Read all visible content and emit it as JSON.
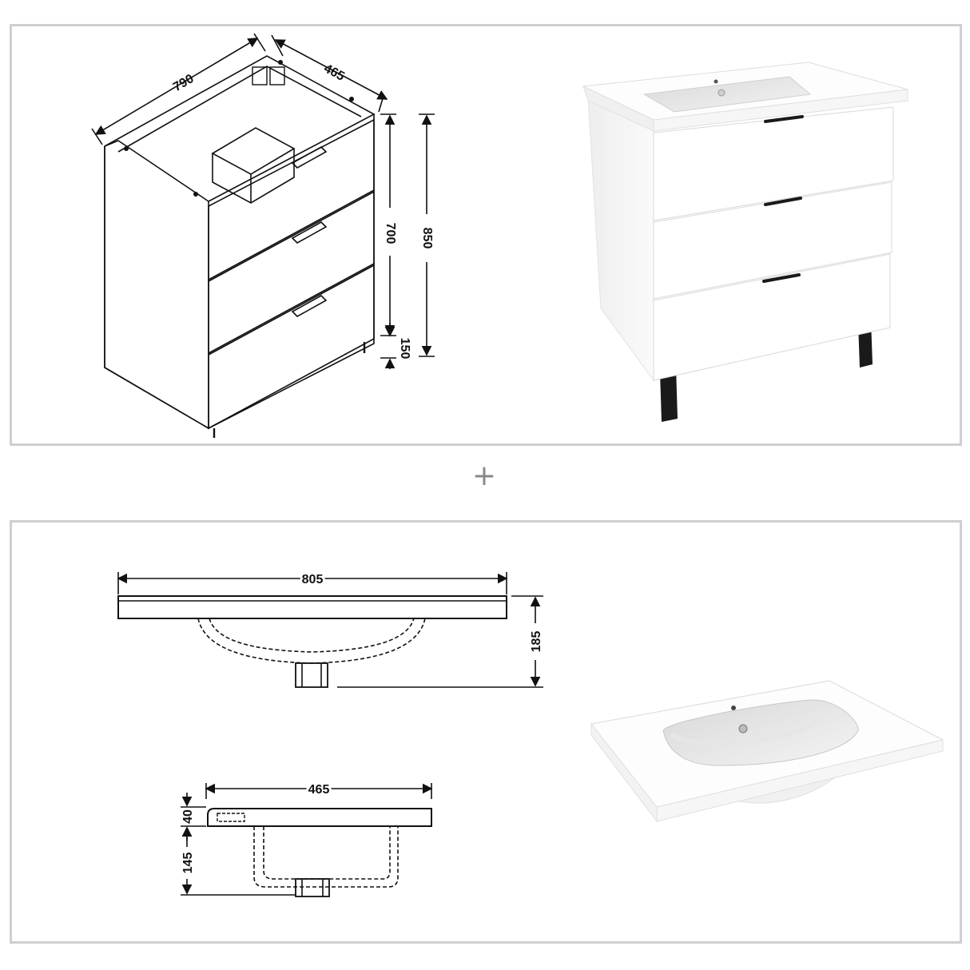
{
  "separator": "+",
  "cabinet_drawing": {
    "width_label": "790",
    "depth_label": "465",
    "body_height_label": "700",
    "total_height_label": "850",
    "leg_height_label": "150"
  },
  "basin_front_drawing": {
    "width_label": "805",
    "height_label": "185"
  },
  "basin_side_drawing": {
    "depth_label": "465",
    "rim_label": "40",
    "bowl_label": "145"
  },
  "colors": {
    "frame": "#cfcfcf",
    "line": "#111111",
    "product_white": "#ffffff",
    "leg_black": "#1a1a1a"
  }
}
